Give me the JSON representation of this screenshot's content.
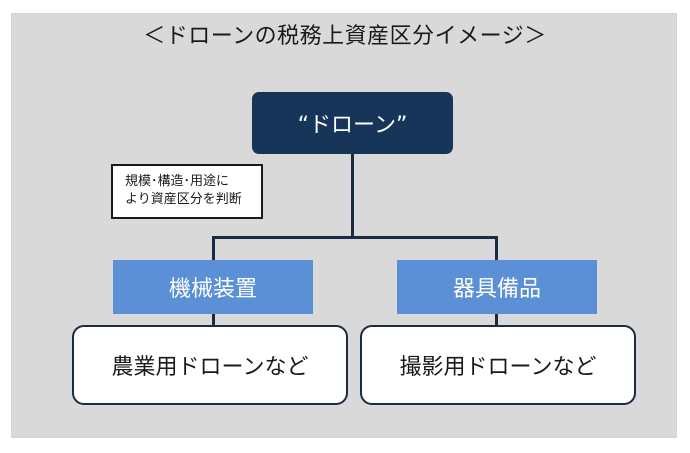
{
  "title": "＜ドローンの税務上資産区分イメージ＞",
  "root": "“ドローン”",
  "note": {
    "line1": "規模･構造･用途に",
    "line2": "より資産区分を判断"
  },
  "categories": [
    {
      "label": "機械装置",
      "example": "農業用ドローンなど"
    },
    {
      "label": "器具備品",
      "example": "撮影用ドローンなど"
    }
  ],
  "colors": {
    "frame_bg": "#d9d9d9",
    "root_bg": "#173559",
    "category_bg": "#5b8fd6",
    "connector": "#1b2b44"
  }
}
